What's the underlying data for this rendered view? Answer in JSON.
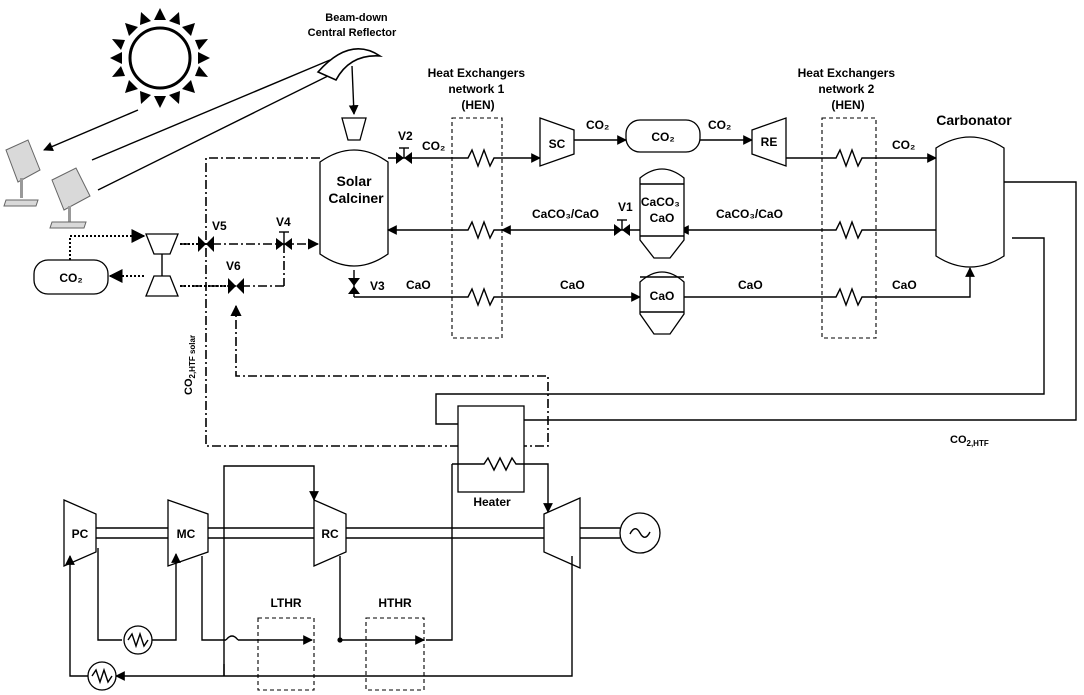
{
  "reflector": "Beam-down\nCentral Reflector",
  "hen1": "Heat Exchangers\nnetwork 1\n(HEN)",
  "hen2": "Heat Exchangers\nnetwork 2\n(HEN)",
  "carbonator": "Carbonator",
  "calciner": "Solar\nCalciner",
  "sc": "SC",
  "re": "RE",
  "co2_vessel": "CO₂",
  "co2_store": "CO₂",
  "caco3_tank": "CaCO₃\nCaO",
  "cao_tank": "CaO",
  "flow": {
    "co2_a": "CO₂",
    "co2_b": "CO₂",
    "co2_c": "CO₂",
    "co2_d": "CO₂",
    "caco3_cao_a": "CaCO₃/CaO",
    "caco3_cao_b": "CaCO₃/CaO",
    "cao_a": "CaO",
    "cao_b": "CaO",
    "cao_c": "CaO",
    "cao_d": "CaO"
  },
  "valves": {
    "v1": "V1",
    "v2": "V2",
    "v3": "V3",
    "v4": "V4",
    "v5": "V5",
    "v6": "V6"
  },
  "htf_solar": "CO2,HTF solar",
  "htf": "CO2,HTF",
  "heater": "Heater",
  "pc": "PC",
  "mc": "MC",
  "rc": "RC",
  "lthr": "LTHR",
  "hthr": "HTHR"
}
